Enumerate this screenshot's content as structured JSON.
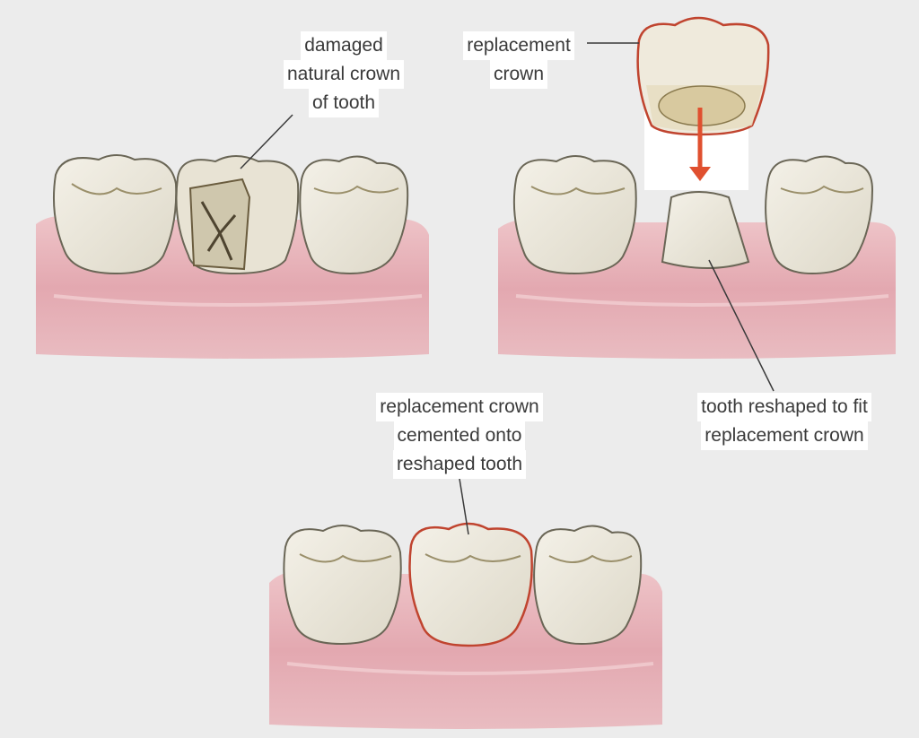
{
  "colors": {
    "background": "#ececec",
    "gum": "#e8b3b9",
    "gum_shadow": "#d48f98",
    "tooth": "#ece8dc",
    "tooth_outline": "#6a6656",
    "crown_outline": "#c0442f",
    "arrow": "#e0502f",
    "leader_line": "#3a3a3a"
  },
  "labels": {
    "damaged_crown": [
      "damaged",
      "natural crown",
      "of tooth"
    ],
    "replacement_crown": [
      "replacement",
      "crown"
    ],
    "reshaped_tooth": [
      "tooth reshaped to fit",
      "replacement crown"
    ],
    "cemented_crown": [
      "replacement crown",
      "cemented onto",
      "reshaped tooth"
    ]
  }
}
